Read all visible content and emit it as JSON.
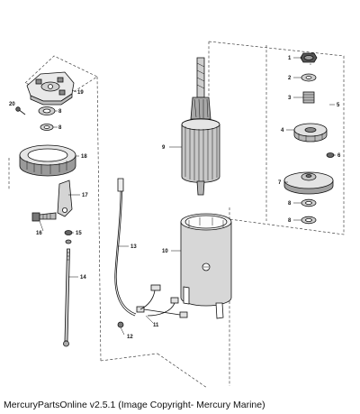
{
  "caption": "MercuryPartsOnline v2.5.1 (Image Copyright- Mercury Marine)",
  "callouts": [
    {
      "id": "c1",
      "text": "1"
    },
    {
      "id": "c2",
      "text": "2"
    },
    {
      "id": "c3",
      "text": "3"
    },
    {
      "id": "c4",
      "text": "4"
    },
    {
      "id": "c5",
      "text": "5"
    },
    {
      "id": "c6",
      "text": "6"
    },
    {
      "id": "c7",
      "text": "7"
    },
    {
      "id": "c8a",
      "text": "8"
    },
    {
      "id": "c8b",
      "text": "8"
    },
    {
      "id": "c8c",
      "text": "8"
    },
    {
      "id": "c8d",
      "text": "8"
    },
    {
      "id": "c9",
      "text": "9"
    },
    {
      "id": "c10",
      "text": "10"
    },
    {
      "id": "c11",
      "text": "11"
    },
    {
      "id": "c12",
      "text": "12"
    },
    {
      "id": "c13",
      "text": "13"
    },
    {
      "id": "c14",
      "text": "14"
    },
    {
      "id": "c15",
      "text": "15"
    },
    {
      "id": "c16",
      "text": "16"
    },
    {
      "id": "c17",
      "text": "17"
    },
    {
      "id": "c18",
      "text": "18"
    },
    {
      "id": "c19",
      "text": "19"
    },
    {
      "id": "c20",
      "text": "20"
    }
  ]
}
